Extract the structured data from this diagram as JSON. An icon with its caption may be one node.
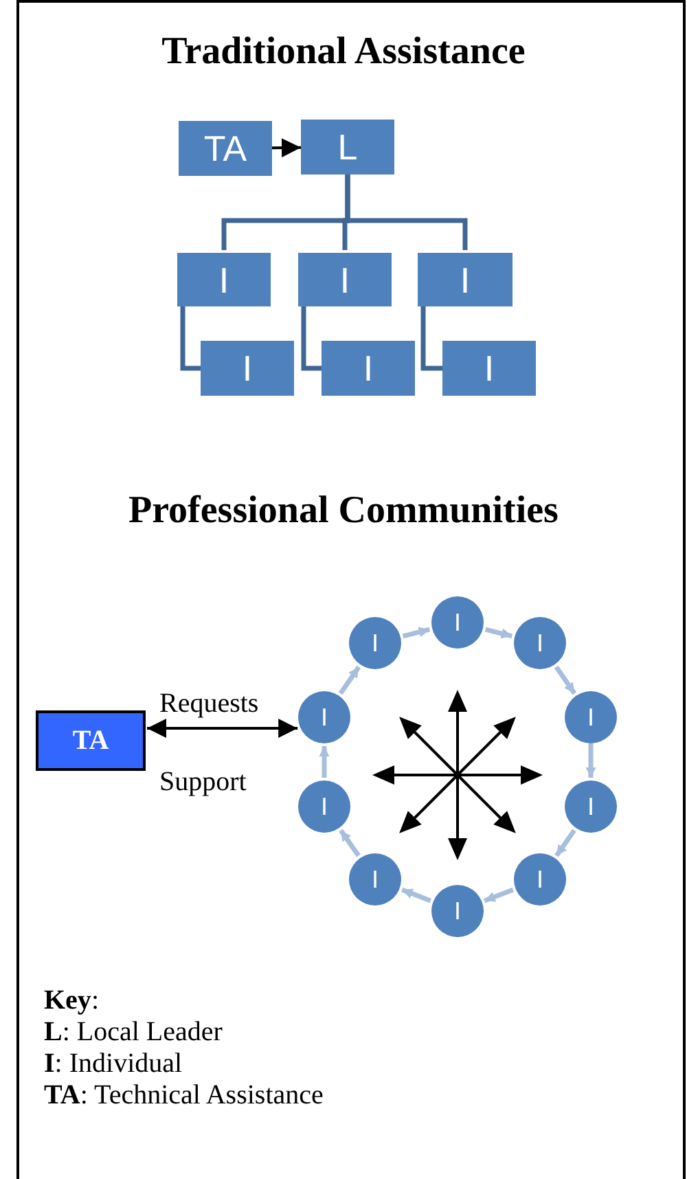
{
  "diagram": {
    "nodes": [
      {
        "text": [
          "TA"
        ]
      },
      {
        "text": [
          "L"
        ]
      },
      {
        "text": [
          "I"
        ]
      },
      {
        "text": [
          "I"
        ]
      },
      {
        "text": [
          "I"
        ]
      },
      {
        "text": [
          "I"
        ]
      },
      {
        "text": [
          "I"
        ]
      },
      {
        "text": [
          "I"
        ]
      },
      {
        "text": [
          "TA"
        ]
      },
      {
        "text": [
          "I"
        ]
      },
      {
        "text": [
          "I"
        ]
      },
      {
        "text": [
          "I"
        ]
      },
      {
        "text": [
          "I"
        ]
      },
      {
        "text": [
          "I"
        ]
      },
      {
        "text": [
          "I"
        ]
      },
      {
        "text": [
          "I"
        ]
      },
      {
        "text": [
          "I"
        ]
      },
      {
        "text": [
          "I"
        ]
      },
      {
        "text": [
          "I"
        ]
      }
    ],
    "edges": [
      {
        "from": 0,
        "to": 1,
        "arrow": "to",
        "color": "#000000"
      },
      {
        "from": 1,
        "to": 2,
        "arrow": "none",
        "color": "#3f6695"
      },
      {
        "from": 1,
        "to": 3,
        "arrow": "none",
        "color": "#3f6695"
      },
      {
        "from": 1,
        "to": 4,
        "arrow": "none",
        "color": "#3f6695"
      },
      {
        "from": 2,
        "to": 5,
        "arrow": "none",
        "color": "#3f6695"
      },
      {
        "from": 3,
        "to": 6,
        "arrow": "none",
        "color": "#3f6695"
      },
      {
        "from": 4,
        "to": 7,
        "arrow": "none",
        "color": "#3f6695"
      },
      {
        "from": 8,
        "to": 12,
        "arrow": "both",
        "color": "#000000"
      },
      {
        "from": 9,
        "to": 11,
        "arrow": "to"
      },
      {
        "from": 11,
        "to": 13,
        "arrow": "to"
      },
      {
        "from": 13,
        "to": 15,
        "arrow": "to"
      },
      {
        "from": 15,
        "to": 17,
        "arrow": "to"
      },
      {
        "from": 17,
        "to": 18,
        "arrow": "to"
      },
      {
        "from": 18,
        "to": 16,
        "arrow": "to"
      },
      {
        "from": 16,
        "to": 14,
        "arrow": "to"
      },
      {
        "from": 14,
        "to": 12,
        "arrow": "to"
      },
      {
        "from": 12,
        "to": 10,
        "arrow": "to"
      },
      {
        "from": 10,
        "to": 9,
        "arrow": "to"
      }
    ],
    "labels": [
      "Traditional Assistance",
      "Professional Communities",
      "Requests",
      "Support",
      "**Key**:",
      "**L**: Local Leader",
      "**I**: Individual",
      "**TA**: Technical Assistance"
    ]
  }
}
